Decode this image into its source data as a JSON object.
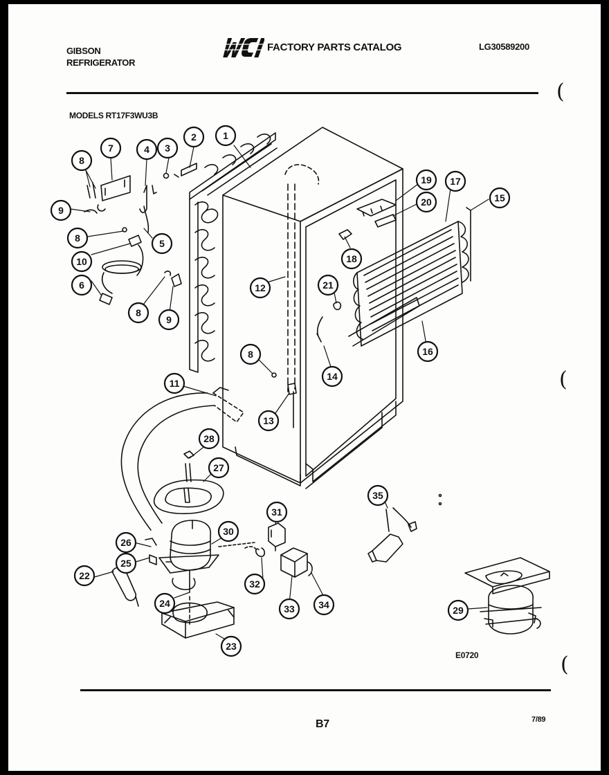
{
  "header": {
    "brand_line1": "GIBSON",
    "brand_line2": "REFRIGERATOR",
    "logo_text": "WCI",
    "catalog_title": "FACTORY PARTS CATALOG",
    "catalog_code": "LG30589200"
  },
  "models_line": "MODELS RT17F3WU3B",
  "diagram": {
    "figure_code": "E0720",
    "callouts": [
      {
        "label": "1"
      },
      {
        "label": "2"
      },
      {
        "label": "3"
      },
      {
        "label": "4"
      },
      {
        "label": "7"
      },
      {
        "label": "8"
      },
      {
        "label": "9"
      },
      {
        "label": "8"
      },
      {
        "label": "5"
      },
      {
        "label": "10"
      },
      {
        "label": "6"
      },
      {
        "label": "8"
      },
      {
        "label": "9"
      },
      {
        "label": "19"
      },
      {
        "label": "17"
      },
      {
        "label": "15"
      },
      {
        "label": "20"
      },
      {
        "label": "18"
      },
      {
        "label": "12"
      },
      {
        "label": "21"
      },
      {
        "label": "16"
      },
      {
        "label": "8"
      },
      {
        "label": "14"
      },
      {
        "label": "11"
      },
      {
        "label": "13"
      },
      {
        "label": "28"
      },
      {
        "label": "27"
      },
      {
        "label": "35"
      },
      {
        "label": "31"
      },
      {
        "label": "30"
      },
      {
        "label": "26"
      },
      {
        "label": "25"
      },
      {
        "label": "22"
      },
      {
        "label": "32"
      },
      {
        "label": "33"
      },
      {
        "label": "34"
      },
      {
        "label": "24"
      },
      {
        "label": "23"
      },
      {
        "label": "29"
      }
    ]
  },
  "footer": {
    "page_number": "B7",
    "date": "7/89"
  },
  "punch_marks": [
    "(",
    "(",
    "("
  ]
}
